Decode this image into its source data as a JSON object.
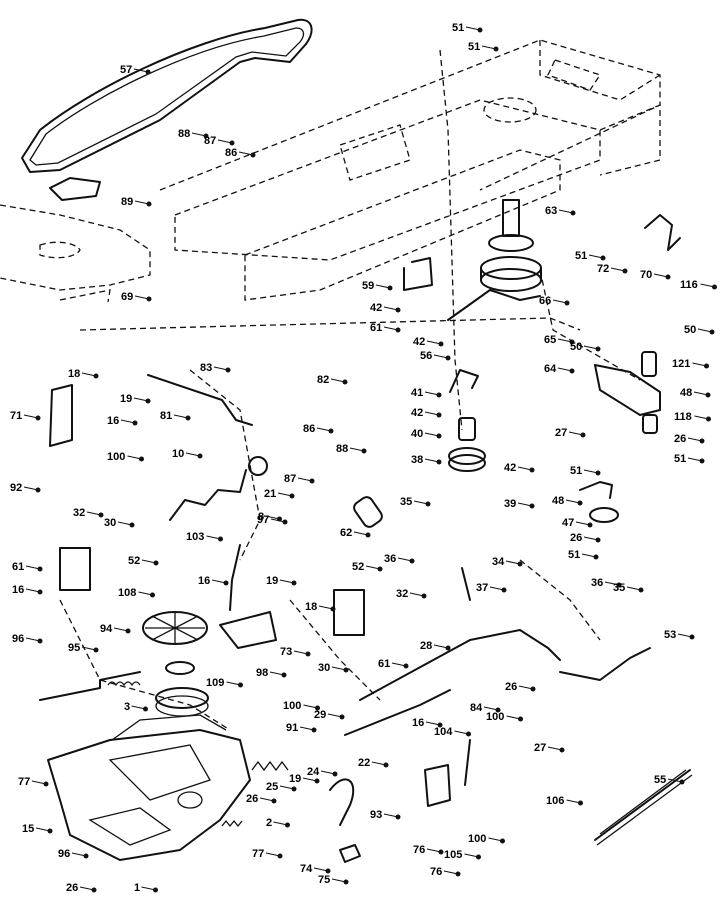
{
  "callouts": [
    {
      "key": "c51a",
      "text": "51"
    },
    {
      "key": "c51b",
      "text": "51"
    },
    {
      "key": "c57",
      "text": "57"
    },
    {
      "key": "c88a",
      "text": "88"
    },
    {
      "key": "c87a",
      "text": "87"
    },
    {
      "key": "c86a",
      "text": "86"
    },
    {
      "key": "c89",
      "text": "89"
    },
    {
      "key": "c69",
      "text": "69"
    },
    {
      "key": "c63",
      "text": "63"
    },
    {
      "key": "c51c",
      "text": "51"
    },
    {
      "key": "c72",
      "text": "72"
    },
    {
      "key": "c70",
      "text": "70"
    },
    {
      "key": "c116",
      "text": "116"
    },
    {
      "key": "c59",
      "text": "59"
    },
    {
      "key": "c42a",
      "text": "42"
    },
    {
      "key": "c61a",
      "text": "61"
    },
    {
      "key": "c42b",
      "text": "42"
    },
    {
      "key": "c56",
      "text": "56"
    },
    {
      "key": "c66",
      "text": "66"
    },
    {
      "key": "c65",
      "text": "65"
    },
    {
      "key": "c64",
      "text": "64"
    },
    {
      "key": "c50a",
      "text": "50"
    },
    {
      "key": "c50b",
      "text": "50"
    },
    {
      "key": "c121",
      "text": "121"
    },
    {
      "key": "c48a",
      "text": "48"
    },
    {
      "key": "c118",
      "text": "118"
    },
    {
      "key": "c27a",
      "text": "27"
    },
    {
      "key": "c26a",
      "text": "26"
    },
    {
      "key": "c51d",
      "text": "51"
    },
    {
      "key": "c51e",
      "text": "51"
    },
    {
      "key": "c48b",
      "text": "48"
    },
    {
      "key": "c47",
      "text": "47"
    },
    {
      "key": "c26b",
      "text": "26"
    },
    {
      "key": "c51f",
      "text": "51"
    },
    {
      "key": "c83",
      "text": "83"
    },
    {
      "key": "c82",
      "text": "82"
    },
    {
      "key": "c41",
      "text": "41"
    },
    {
      "key": "c42c",
      "text": "42"
    },
    {
      "key": "c40",
      "text": "40"
    },
    {
      "key": "c38",
      "text": "38"
    },
    {
      "key": "c42d",
      "text": "42"
    },
    {
      "key": "c39",
      "text": "39"
    },
    {
      "key": "c18a",
      "text": "18"
    },
    {
      "key": "c19a",
      "text": "19"
    },
    {
      "key": "c71",
      "text": "71"
    },
    {
      "key": "c16a",
      "text": "16"
    },
    {
      "key": "c100a",
      "text": "100"
    },
    {
      "key": "c92",
      "text": "92"
    },
    {
      "key": "c81",
      "text": "81"
    },
    {
      "key": "c86b",
      "text": "86"
    },
    {
      "key": "c88b",
      "text": "88"
    },
    {
      "key": "c87b",
      "text": "87"
    },
    {
      "key": "c10",
      "text": "10"
    },
    {
      "key": "c21",
      "text": "21"
    },
    {
      "key": "c8",
      "text": "8"
    },
    {
      "key": "c32a",
      "text": "32"
    },
    {
      "key": "c30a",
      "text": "30"
    },
    {
      "key": "c52a",
      "text": "52"
    },
    {
      "key": "c61b",
      "text": "61"
    },
    {
      "key": "c16b",
      "text": "16"
    },
    {
      "key": "c103",
      "text": "103"
    },
    {
      "key": "c97",
      "text": "97"
    },
    {
      "key": "c108",
      "text": "108"
    },
    {
      "key": "c16c",
      "text": "16"
    },
    {
      "key": "c19b",
      "text": "19"
    },
    {
      "key": "c18b",
      "text": "18"
    },
    {
      "key": "c94",
      "text": "94"
    },
    {
      "key": "c73",
      "text": "73"
    },
    {
      "key": "c98",
      "text": "98"
    },
    {
      "key": "c109",
      "text": "109"
    },
    {
      "key": "c96a",
      "text": "96"
    },
    {
      "key": "c95",
      "text": "95"
    },
    {
      "key": "c3",
      "text": "3"
    },
    {
      "key": "c100b",
      "text": "100"
    },
    {
      "key": "c91",
      "text": "91"
    },
    {
      "key": "c25",
      "text": "25"
    },
    {
      "key": "c19c",
      "text": "19"
    },
    {
      "key": "c24",
      "text": "24"
    },
    {
      "key": "c26c",
      "text": "26"
    },
    {
      "key": "c77a",
      "text": "77"
    },
    {
      "key": "c15",
      "text": "15"
    },
    {
      "key": "c2",
      "text": "2"
    },
    {
      "key": "c96b",
      "text": "96"
    },
    {
      "key": "c26d",
      "text": "26"
    },
    {
      "key": "c1",
      "text": "1"
    },
    {
      "key": "c77b",
      "text": "77"
    },
    {
      "key": "c62",
      "text": "62"
    },
    {
      "key": "c35a",
      "text": "35"
    },
    {
      "key": "c36a",
      "text": "36"
    },
    {
      "key": "c34",
      "text": "34"
    },
    {
      "key": "c37",
      "text": "37"
    },
    {
      "key": "c52b",
      "text": "52"
    },
    {
      "key": "c32b",
      "text": "32"
    },
    {
      "key": "c30b",
      "text": "30"
    },
    {
      "key": "c61c",
      "text": "61"
    },
    {
      "key": "c36b",
      "text": "36"
    },
    {
      "key": "c35b",
      "text": "35"
    },
    {
      "key": "c53",
      "text": "53"
    },
    {
      "key": "c28",
      "text": "28"
    },
    {
      "key": "c26e",
      "text": "26"
    },
    {
      "key": "c27b",
      "text": "27"
    },
    {
      "key": "c29",
      "text": "29"
    },
    {
      "key": "c22",
      "text": "22"
    },
    {
      "key": "c16d",
      "text": "16"
    },
    {
      "key": "c104",
      "text": "104"
    },
    {
      "key": "c84",
      "text": "84"
    },
    {
      "key": "c100c",
      "text": "100"
    },
    {
      "key": "c106",
      "text": "106"
    },
    {
      "key": "c100d",
      "text": "100"
    },
    {
      "key": "c105",
      "text": "105"
    },
    {
      "key": "c93",
      "text": "93"
    },
    {
      "key": "c74",
      "text": "74"
    },
    {
      "key": "c75",
      "text": "75"
    },
    {
      "key": "c76a",
      "text": "76"
    },
    {
      "key": "c76b",
      "text": "76"
    },
    {
      "key": "c55",
      "text": "55"
    }
  ]
}
